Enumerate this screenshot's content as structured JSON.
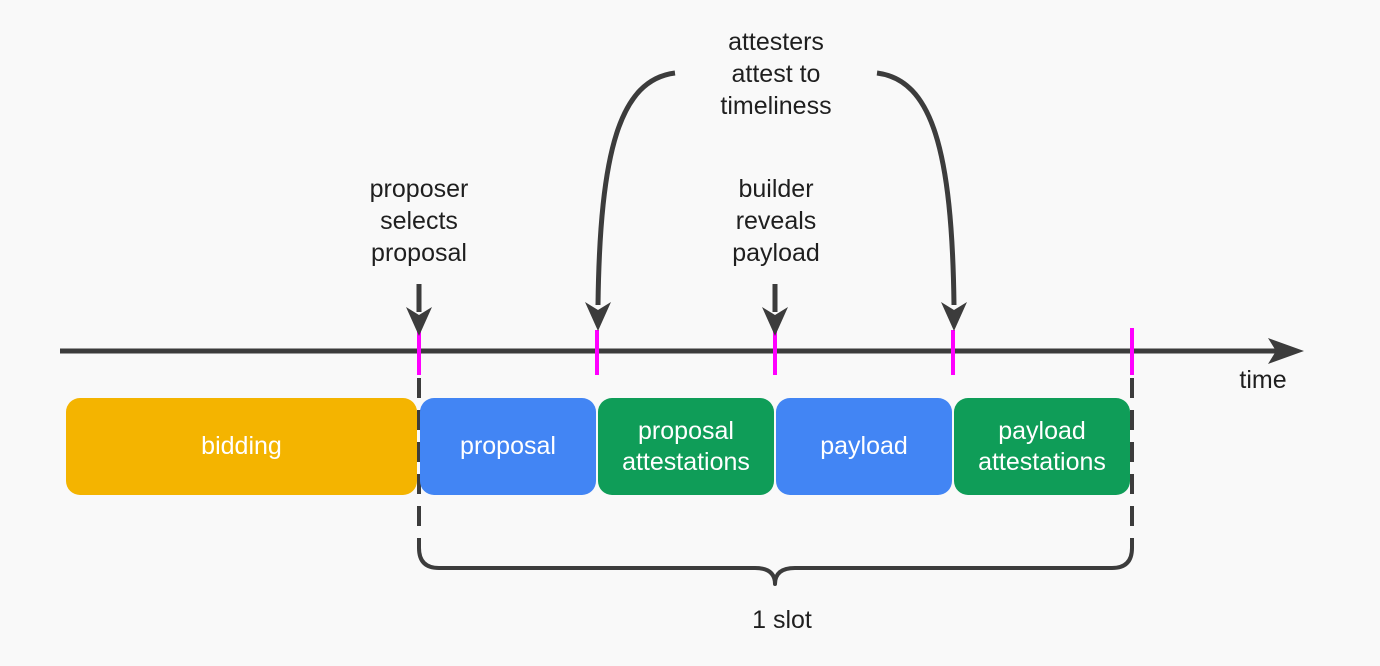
{
  "labels": {
    "attesters": "attesters\nattest to\ntimeliness",
    "proposer": "proposer\nselects\nproposal",
    "builder": "builder\nreveals\npayload",
    "time": "time",
    "slot": "1 slot"
  },
  "phases": [
    {
      "label": "bidding",
      "color": "#f4b400"
    },
    {
      "label": "proposal",
      "color": "#4285f4"
    },
    {
      "label": "proposal\nattestations",
      "color": "#0f9d58"
    },
    {
      "label": "payload",
      "color": "#4285f4"
    },
    {
      "label": "payload\nattestations",
      "color": "#0f9d58"
    }
  ],
  "colors": {
    "axis": "#3c3c3c",
    "tick": "#ff00ff",
    "text": "#1f1f1f"
  }
}
